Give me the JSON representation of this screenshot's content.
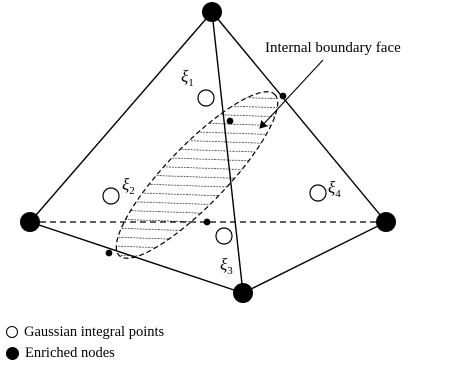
{
  "diagram": {
    "annotation": "Internal boundary face",
    "points": {
      "xi1": {
        "symbol": "ξ",
        "subscript": "1"
      },
      "xi2": {
        "symbol": "ξ",
        "subscript": "2"
      },
      "xi3": {
        "symbol": "ξ",
        "subscript": "3"
      },
      "xi4": {
        "symbol": "ξ",
        "subscript": "4"
      }
    }
  },
  "legend": {
    "items": [
      {
        "marker": "open-circle",
        "label": "Gaussian integral points"
      },
      {
        "marker": "filled-circle",
        "label": "Enriched nodes"
      }
    ]
  }
}
